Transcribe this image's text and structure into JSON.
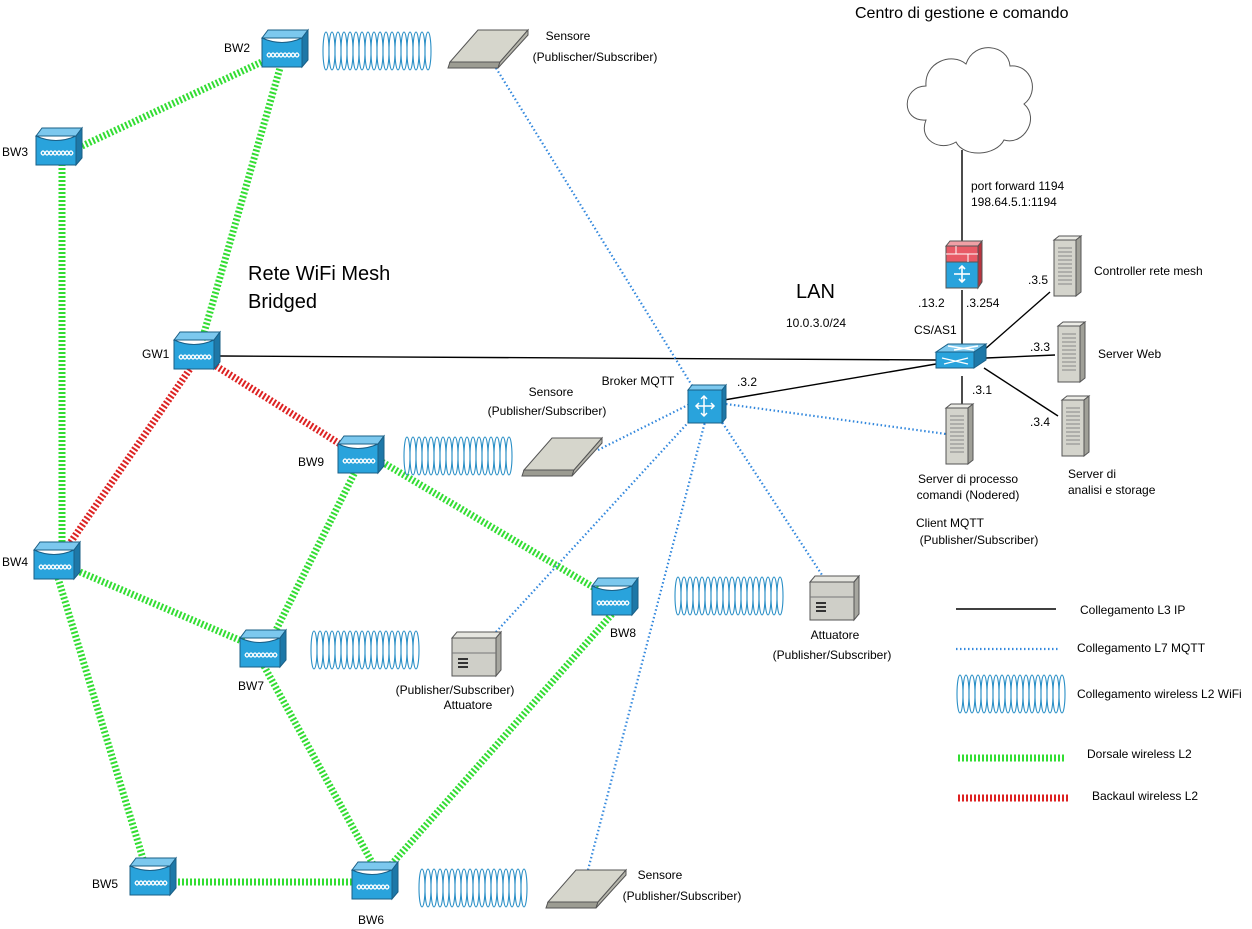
{
  "title": "Centro di gestione e comando",
  "mesh_title": [
    "Rete WiFi Mesh",
    "Bridged"
  ],
  "lan": {
    "label": "LAN",
    "subnet": "10.0.3.0/24"
  },
  "nodes": {
    "bw2": "BW2",
    "bw3": "BW3",
    "gw1": "GW1",
    "bw4": "BW4",
    "bw5": "BW5",
    "bw6": "BW6",
    "bw7": "BW7",
    "bw8": "BW8",
    "bw9": "BW9"
  },
  "devices": {
    "sensor_top": [
      "Sensore",
      "(Publischer/Subscriber)"
    ],
    "sensor_mid": [
      "Sensore",
      "(Publisher/Subscriber)"
    ],
    "sensor_bottom": [
      "Sensore",
      "(Publisher/Subscriber)"
    ],
    "actuator_left": [
      "(Publisher/Subscriber)",
      "Attuatore"
    ],
    "actuator_right": [
      "Attuatore",
      "(Publisher/Subscriber)"
    ],
    "broker": "Broker MQTT",
    "broker_ip": ".3.2"
  },
  "firewall": {
    "port_forward": [
      "port forward 1194",
      "198.64.5.1:1194"
    ],
    "ip_left": ".13.2",
    "ip_right": ".3.254",
    "switch_name": "CS/AS1"
  },
  "servers": {
    "controller": {
      "ip": ".3.5",
      "label": "Controller rete mesh"
    },
    "web": {
      "ip": ".3.3",
      "label": "Server Web"
    },
    "analysis": {
      "ip": ".3.4",
      "label": [
        "Server di",
        "analisi e storage"
      ]
    },
    "process": {
      "ip": ".3.1",
      "label": [
        "Server di processo",
        "comandi (Nodered)"
      ],
      "client": [
        "Client MQTT",
        "(Publisher/Subscriber)"
      ]
    }
  },
  "legend": [
    {
      "style": "l3",
      "label": "Collegamento L3 IP"
    },
    {
      "style": "l7",
      "label": "Collegamento L7 MQTT"
    },
    {
      "style": "wifi",
      "label": "Collegamento wireless L2 WiFi"
    },
    {
      "style": "dorsale",
      "label": "Dorsale wireless L2"
    },
    {
      "style": "backaul",
      "label": "Backaul wireless L2"
    }
  ],
  "colors": {
    "dorsale": "#33dd33",
    "backaul": "#dd2222",
    "mqtt": "#3388dd",
    "wifi": "#2a8fc6",
    "device_blue": "#29a3dc",
    "firewall_red": "#e85a66"
  }
}
